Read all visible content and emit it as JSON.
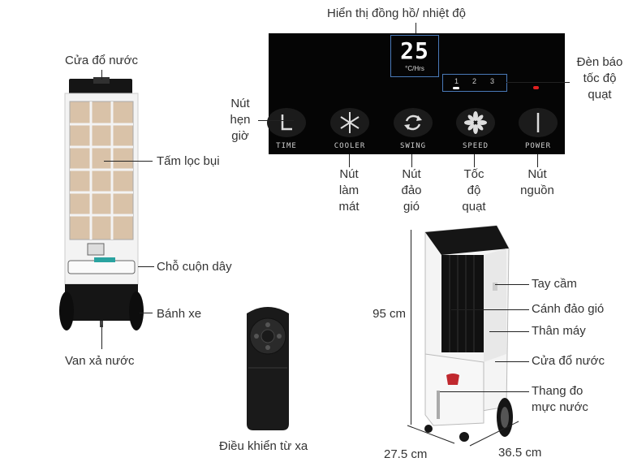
{
  "labels": {
    "display": "Hiển thị đồng hồ/ nhiệt độ",
    "water_inlet_top": "Cửa đổ nước",
    "dust_filter": "Tấm lọc bụi",
    "cord_holder": "Chỗ cuộn dây",
    "wheels": "Bánh xe",
    "drain_valve": "Van xả nước",
    "remote": "Điều khiển từ xa",
    "timer_btn": [
      "Nút",
      "hẹn",
      "giờ"
    ],
    "speed_indicator": [
      "Đèn báo",
      "tốc độ",
      "quạt"
    ],
    "cool_btn": [
      "Nút",
      "làm",
      "mát"
    ],
    "swing_btn": [
      "Nút",
      "đảo",
      "gió"
    ],
    "fan_speed": [
      "Tốc",
      "độ",
      "quạt"
    ],
    "power_btn": [
      "Nút",
      "nguồn"
    ],
    "handle": "Tay cầm",
    "louvers": "Cánh đảo gió",
    "body": "Thân máy",
    "water_inlet_side": "Cửa đổ nước",
    "water_gauge": [
      "Thang đo",
      "mực nước"
    ],
    "height": "95 cm",
    "depth": "27.5 cm",
    "width": "36.5 cm"
  },
  "panel": {
    "digits": "25",
    "unit": "°C/Hrs",
    "speed_levels": [
      "1",
      "2",
      "3"
    ],
    "buttons": [
      "TIME",
      "COOLER",
      "SWING",
      "SPEED",
      "POWER"
    ]
  },
  "colors": {
    "panel_bg": "#050505",
    "led_white": "#ffffff",
    "led_red": "#e02020",
    "device_white": "#f2f2f2",
    "device_black": "#151515",
    "filter_tan": "#d9c2a8"
  }
}
